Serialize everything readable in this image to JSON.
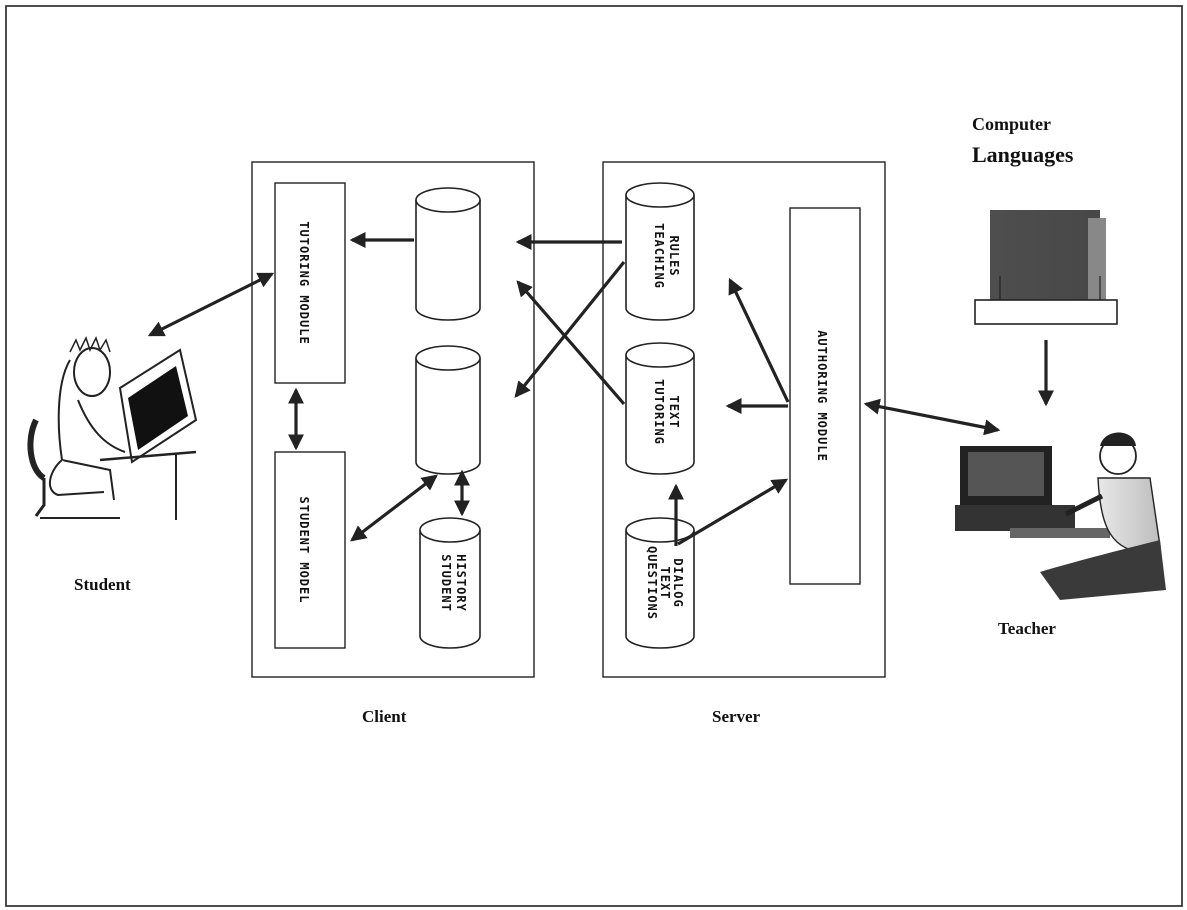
{
  "labels": {
    "student": "Student",
    "client": "Client",
    "server": "Server",
    "teacher": "Teacher",
    "computer_languages_line1": "Computer",
    "computer_languages_line2": "Languages"
  },
  "icons": {
    "student": "student-at-computer-icon",
    "teacher": "teacher-at-computer-icon",
    "languages": "computer-languages-tower-icon"
  },
  "colors": {
    "line": "#222222",
    "background": "#ffffff"
  }
}
